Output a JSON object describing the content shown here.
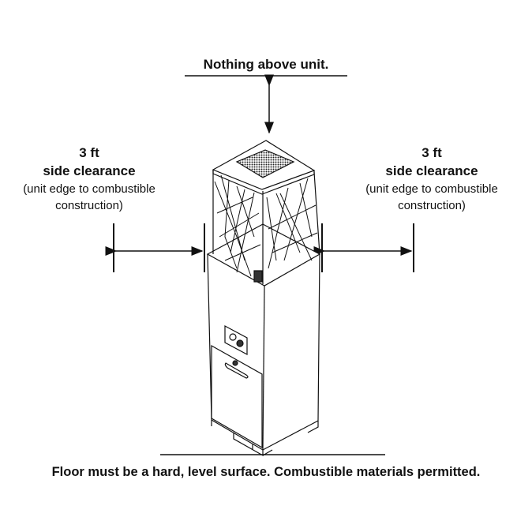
{
  "top_label": "Nothing above unit.",
  "left": {
    "distance": "3 ft",
    "title": "side clearance",
    "note_line1": "(unit edge to combustible",
    "note_line2": "construction)"
  },
  "right": {
    "distance": "3 ft",
    "title": "side clearance",
    "note_line1": "(unit edge to combustible",
    "note_line2": "construction)"
  },
  "floor_label": "Floor must be a hard, level surface. Combustible materials permitted."
}
